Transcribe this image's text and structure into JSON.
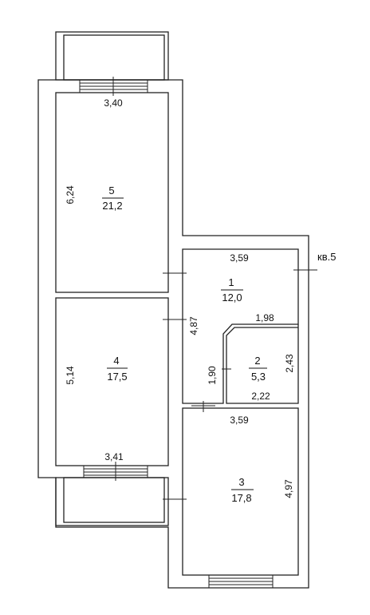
{
  "unit_label": "кв.5",
  "rooms": [
    {
      "number": "5",
      "area": "21,2"
    },
    {
      "number": "4",
      "area": "17,5"
    },
    {
      "number": "1",
      "area": "12,0"
    },
    {
      "number": "2",
      "area": "5,3"
    },
    {
      "number": "3",
      "area": "17,8"
    }
  ],
  "dimensions": {
    "room5_width": "3,40",
    "room5_length": "6,24",
    "room4_width": "3,41",
    "room4_length": "5,14",
    "room1_width": "3,59",
    "room1_length": "4,87",
    "room2_top": "1,98",
    "room2_bottom": "2,22",
    "room2_left": "1,90",
    "room2_right": "2,43",
    "room3_width": "3,59",
    "room3_length": "4,97"
  }
}
